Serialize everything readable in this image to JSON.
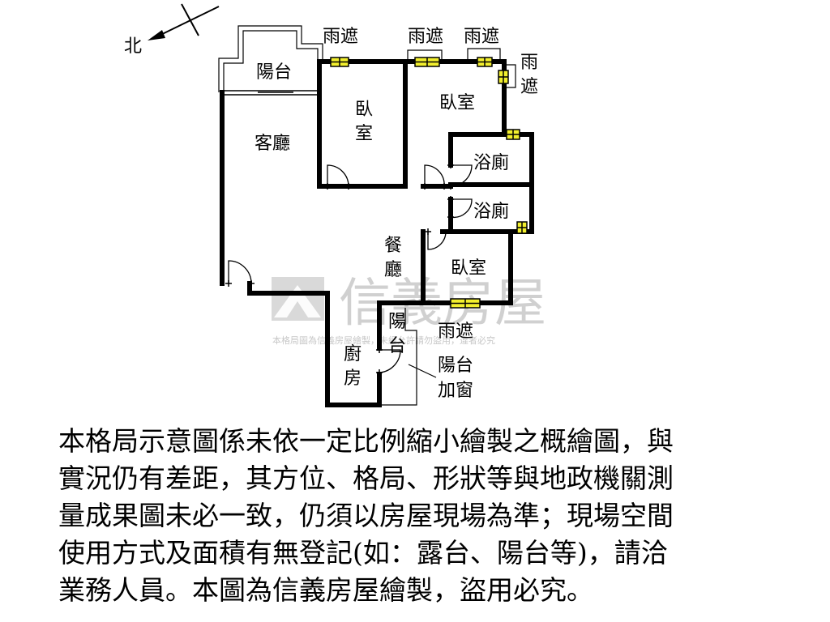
{
  "compass": {
    "north_label": "北"
  },
  "rooms": {
    "balcony_top": "陽台",
    "living_room": "客廳",
    "bedroom_1_line1": "臥",
    "bedroom_1_line2": "室",
    "bedroom_2": "臥室",
    "bathroom_1": "浴廁",
    "bathroom_2": "浴廁",
    "dining_line1": "餐",
    "dining_line2": "廳",
    "bedroom_3": "臥室",
    "balcony_small_line1": "陽",
    "balcony_small_line2": "台",
    "kitchen_line1": "廚",
    "kitchen_line2": "房",
    "balcony_window_line1": "陽台",
    "balcony_window_line2": "加窗"
  },
  "awnings": {
    "awning_1": "雨遮",
    "awning_2": "雨遮",
    "awning_3": "雨遮",
    "awning_4_line1": "雨",
    "awning_4_line2": "遮",
    "awning_5": "雨遮"
  },
  "watermark": {
    "brand": "信義房屋",
    "notice": "本格局圖為信義房屋繪製，未經允許請勿盜用，違者必究"
  },
  "disclaimer": {
    "lines": [
      "本格局示意圖係未依一定比例縮小繪製之概繪圖，與",
      "實況仍有差距，其方位、格局、形狀等與地政機關測",
      "量成果圖未必一致，仍須以房屋現場為準；現場空間",
      "使用方式及面積有無登記(如：露台、陽台等)，請洽",
      "業務人員。本圖為信義房屋繪製，盜用必究。"
    ]
  },
  "colors": {
    "wall": "#000000",
    "window_fill": "#f2ef2e",
    "watermark": "#c8c8c8"
  }
}
